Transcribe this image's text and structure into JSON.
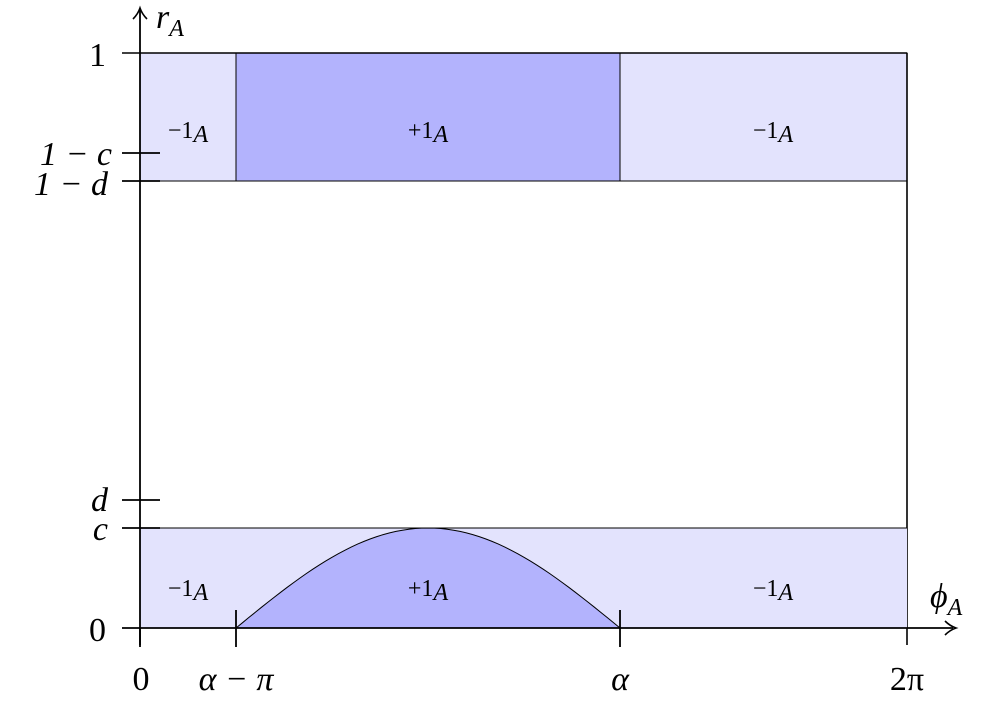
{
  "colors": {
    "light_region": "#e3e3fd",
    "dark_region": "#b3b3fd",
    "line": "#000000"
  },
  "axes": {
    "x_label": {
      "main": "ϕ",
      "sub": "A"
    },
    "y_label": {
      "main": "r",
      "sub": "A"
    },
    "x_ticks": [
      {
        "label": "0",
        "italic": false
      },
      {
        "label": "α − π",
        "italic": true
      },
      {
        "label": "α",
        "italic": true
      },
      {
        "label": "2π",
        "italic": false
      }
    ],
    "y_ticks": [
      "1",
      "1 − c",
      "1 − d",
      "d",
      "c",
      "0"
    ]
  },
  "regions": {
    "top_left": {
      "text": "−1",
      "sub": "A"
    },
    "top_middle": {
      "text": "+1",
      "sub": "A"
    },
    "top_right": {
      "text": "−1",
      "sub": "A"
    },
    "bottom_left": {
      "text": "−1",
      "sub": "A"
    },
    "bottom_middle": {
      "text": "+1",
      "sub": "A"
    },
    "bottom_right": {
      "text": "−1",
      "sub": "A"
    }
  }
}
